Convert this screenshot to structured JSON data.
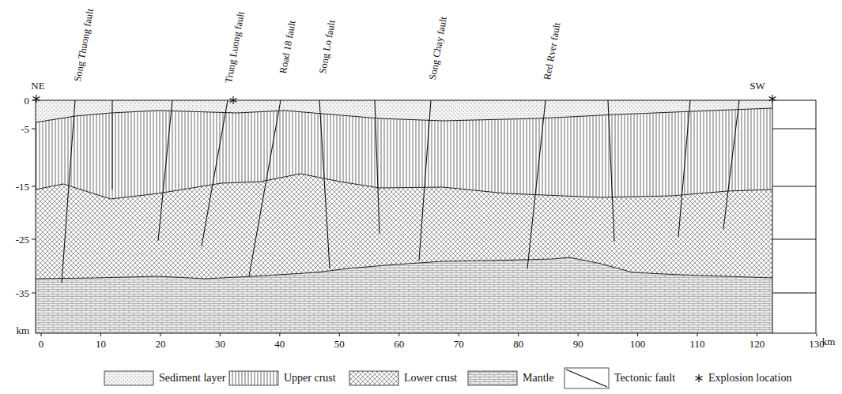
{
  "diagram": {
    "labels": [
      "NE",
      "SW",
      "Song Thuong fault",
      "Trung Luong fault",
      "Road 18 fault",
      "Song Lo fault",
      "Song Chay fault",
      "Red Rver fault",
      "0",
      "-5",
      "-15",
      "-25",
      "-35",
      "km",
      "0",
      "10",
      "20",
      "30",
      "40",
      "50",
      "60",
      "70",
      "80",
      "90",
      "100",
      "110",
      "120",
      "130",
      "km"
    ],
    "legend": [
      {
        "text": "Sediment layer"
      },
      {
        "text": "Upper crust"
      },
      {
        "text": "Lower crust"
      },
      {
        "text": "Mantle"
      },
      {
        "text": "Tectonic fault"
      },
      {
        "text": "Explosion location"
      }
    ]
  }
}
